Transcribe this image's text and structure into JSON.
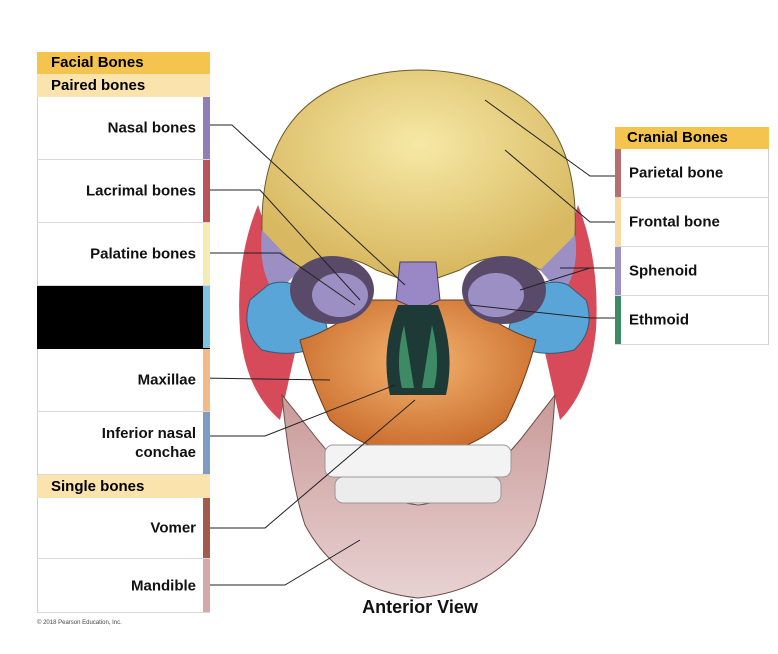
{
  "facial_panel": {
    "title": "Facial Bones",
    "paired_heading": "Paired bones",
    "paired": [
      {
        "label": "Nasal bones",
        "color": "#8e7fb6"
      },
      {
        "label": "Lacrimal bones",
        "color": "#b9555a"
      },
      {
        "label": "Palatine bones",
        "color": "#f6ebb2"
      },
      {
        "label": "",
        "color": "#7fc3e3"
      },
      {
        "label": "Maxillae",
        "color": "#f2b98a"
      },
      {
        "label": "Inferior nasal conchae",
        "color": "#7d9cc2"
      }
    ],
    "single_heading": "Single bones",
    "single": [
      {
        "label": "Vomer",
        "color": "#a35b4e"
      },
      {
        "label": "Mandible",
        "color": "#d6a9a9"
      }
    ]
  },
  "cranial_panel": {
    "title": "Cranial Bones",
    "items": [
      {
        "label": "Parietal bone",
        "color": "#b56f6f"
      },
      {
        "label": "Frontal bone",
        "color": "#f6dca2"
      },
      {
        "label": "Sphenoid",
        "color": "#9c8fc4"
      },
      {
        "label": "Ethmoid",
        "color": "#3d8a64"
      }
    ]
  },
  "view_caption": "Anterior View",
  "copyright": "© 2018 Pearson Education, Inc."
}
